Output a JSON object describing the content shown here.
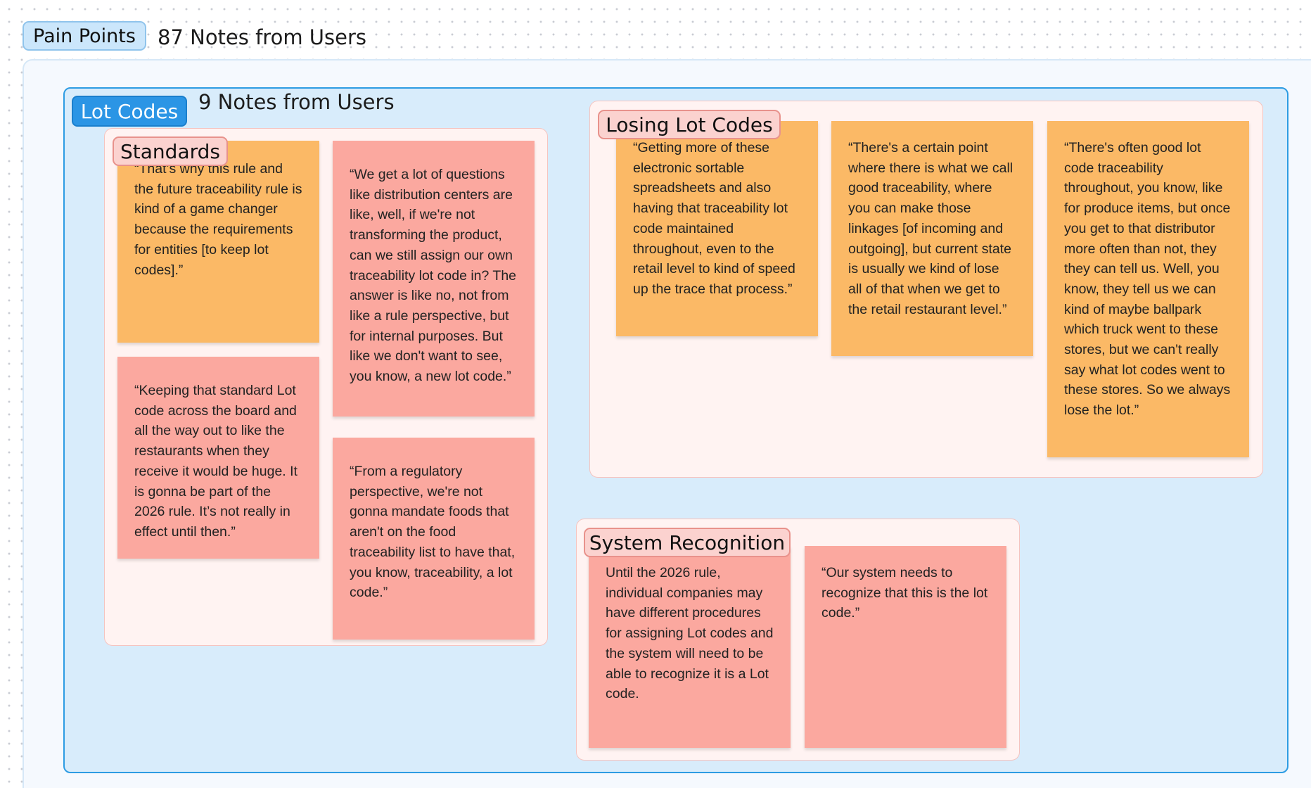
{
  "pain_points": {
    "label": "Pain Points",
    "count_text": "87 Notes from Users"
  },
  "lot_codes": {
    "label": "Lot Codes",
    "count_text": "9 Notes from Users"
  },
  "clusters": {
    "standards": {
      "label": "Standards",
      "notes": [
        "“That’s why this rule and the future traceability rule is kind of a game changer because the requirements for entities [to keep lot codes].”",
        "“We get a lot of questions like distribution centers are like, well, if we're not transforming the product, can we still assign our own traceability lot code in? The answer is like no, not from like a rule perspective, but for internal purposes. But like we don't want to see, you know, a new lot code.”",
        "“Keeping that standard Lot code across the board and all the way out to like the restaurants when they receive it would be huge. It is gonna be part of the 2026 rule. It’s not really in effect until then.”",
        "“From a regulatory perspective, we're not gonna mandate foods that aren't on the food traceability list to have that, you know, traceability, a lot code.”"
      ]
    },
    "losing": {
      "label": "Losing Lot Codes",
      "notes": [
        "“Getting more of these electronic sortable spreadsheets and also having that traceability lot code maintained throughout, even to the retail level to kind of speed up the trace that process.”",
        "“There's a certain point where there is what we call good traceability, where you can make those linkages [of incoming and outgoing], but current state is usually we kind of lose all of that when we get to the retail restaurant level.”",
        "“There's often good lot code traceability throughout, you know, like for produce items, but once you get to that distributor more often than not, they they can tell us. Well, you know, they tell us we can kind of maybe ballpark which truck went to these stores, but we can't really say what lot codes went to these stores. So we always lose the lot.”"
      ]
    },
    "system": {
      "label": "System Recognition",
      "notes": [
        "Until the 2026 rule, individual companies may have different procedures for assigning Lot codes and the system will need to be able to recognize it is a Lot code.",
        "“Our system needs to recognize that this is the lot code.”"
      ]
    }
  },
  "colors": {
    "canvas_dot": "#c9ccd3",
    "lot_section_bg": "#d8ecfb",
    "lot_section_border": "#2d9ce3",
    "cluster_bg": "#fff3f2",
    "note_orange": "#fbb966",
    "note_salmon": "#fba89f"
  }
}
